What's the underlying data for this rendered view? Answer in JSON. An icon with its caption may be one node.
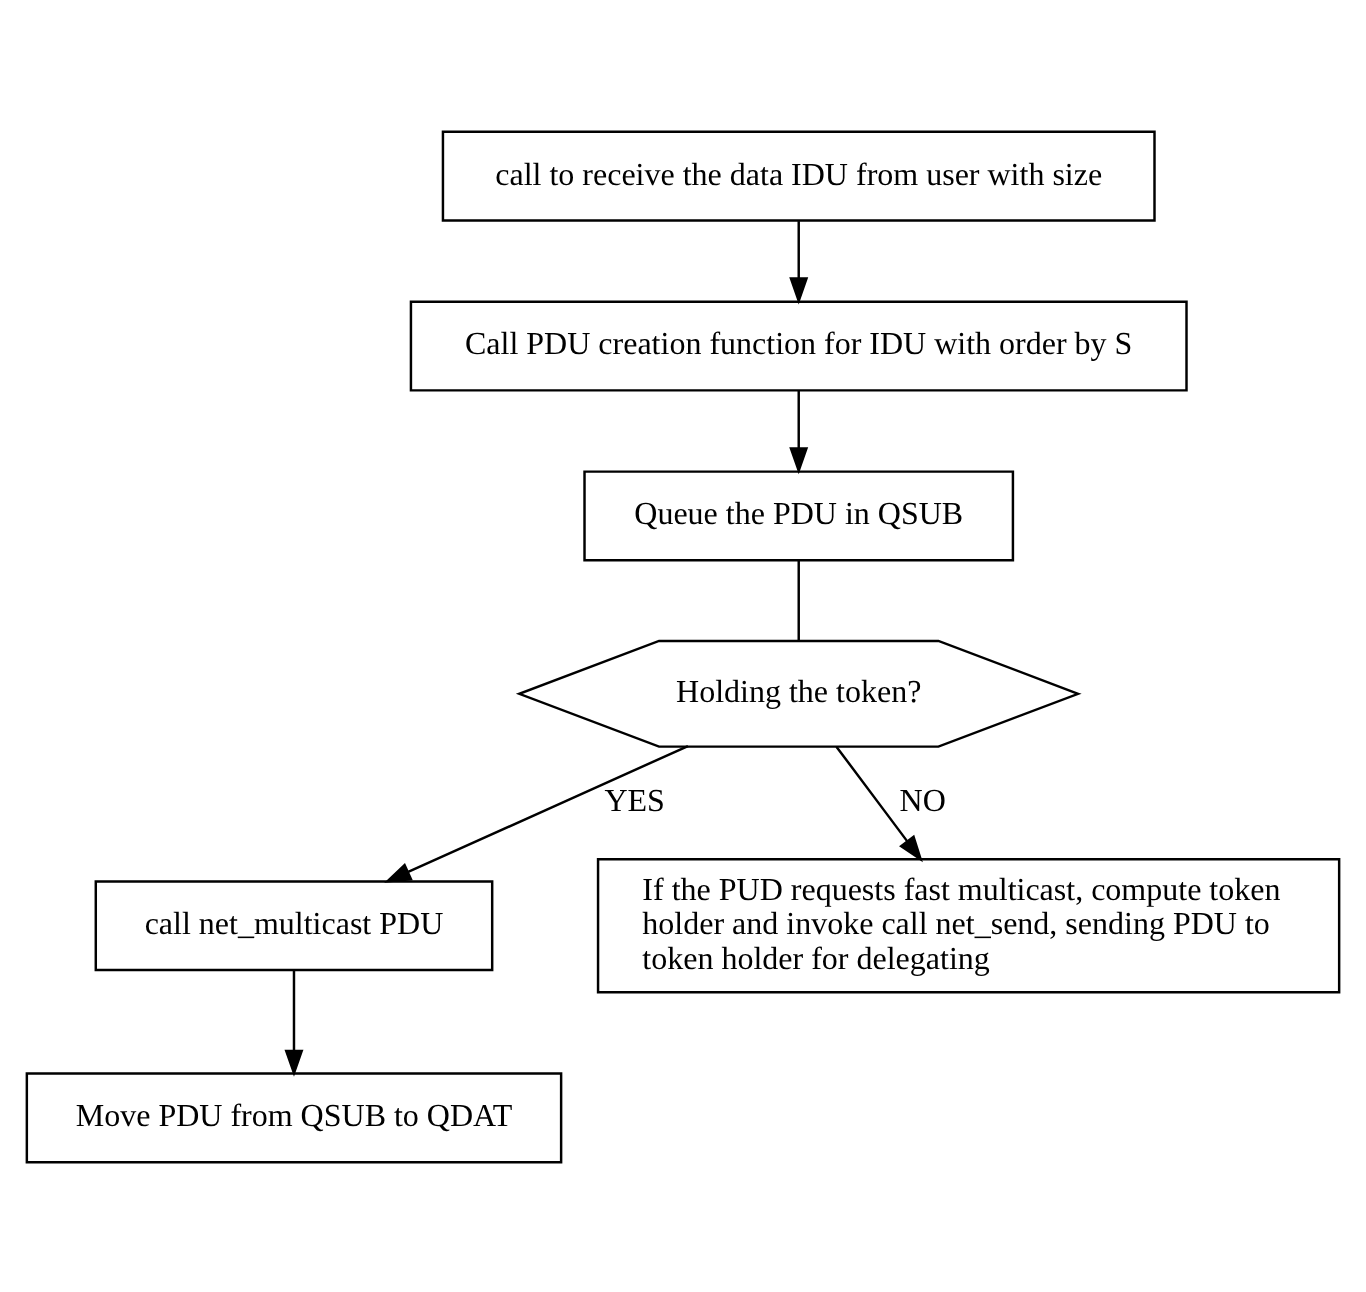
{
  "diagram": {
    "nodes": [
      {
        "text": [
          "call to receive the data IDU from user with size"
        ]
      },
      {
        "text": [
          "Call PDU creation function for IDU with order by S"
        ]
      },
      {
        "text": [
          "Queue the PDU in QSUB"
        ]
      },
      {
        "text": [
          "Holding the token?"
        ]
      },
      {
        "text": [
          "call net_multicast PDU"
        ]
      },
      {
        "text": [
          "If the PUD requests fast multicast, compute token holder and invoke call net_send, sending PDU to token holder for delegating"
        ]
      },
      {
        "text": [
          "Move PDU from QSUB to QDAT"
        ]
      }
    ],
    "edges": [
      {
        "from": 0,
        "to": 1,
        "arrow": "to"
      },
      {
        "from": 1,
        "to": 2,
        "arrow": "to"
      },
      {
        "from": 2,
        "to": 3,
        "arrow": "none"
      },
      {
        "from": 3,
        "to": 4,
        "arrow": "to",
        "label": "YES"
      },
      {
        "from": 3,
        "to": 5,
        "arrow": "to",
        "label": "NO"
      },
      {
        "from": 4,
        "to": 6,
        "arrow": "to"
      }
    ]
  }
}
